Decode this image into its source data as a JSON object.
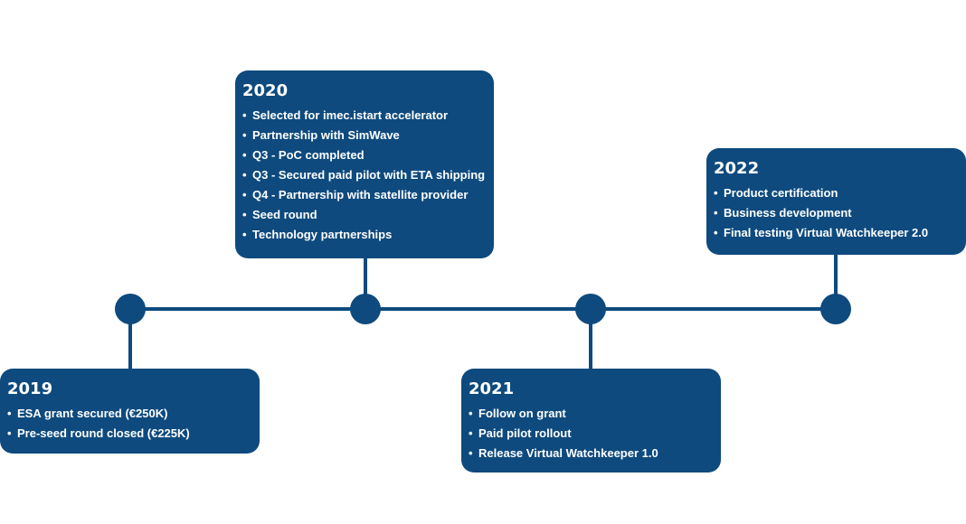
{
  "colors": {
    "accent": "#0e4a7e",
    "text": "#ffffff",
    "background": "#ffffff"
  },
  "milestones": [
    {
      "year": "2019",
      "items": [
        "ESA grant secured (€250K)",
        "Pre-seed round closed (€225K)"
      ]
    },
    {
      "year": "2020",
      "items": [
        "Selected for imec.istart accelerator",
        "Partnership with SimWave",
        "Q3 - PoC completed",
        "Q3 - Secured paid pilot with ETA shipping",
        "Q4 - Partnership with satellite provider",
        "Seed round",
        "Technology partnerships"
      ]
    },
    {
      "year": "2021",
      "items": [
        "Follow on grant",
        "Paid pilot rollout",
        "Release Virtual Watchkeeper 1.0"
      ]
    },
    {
      "year": "2022",
      "items": [
        "Product certification",
        "Business development",
        "Final testing Virtual Watchkeeper 2.0"
      ]
    }
  ]
}
